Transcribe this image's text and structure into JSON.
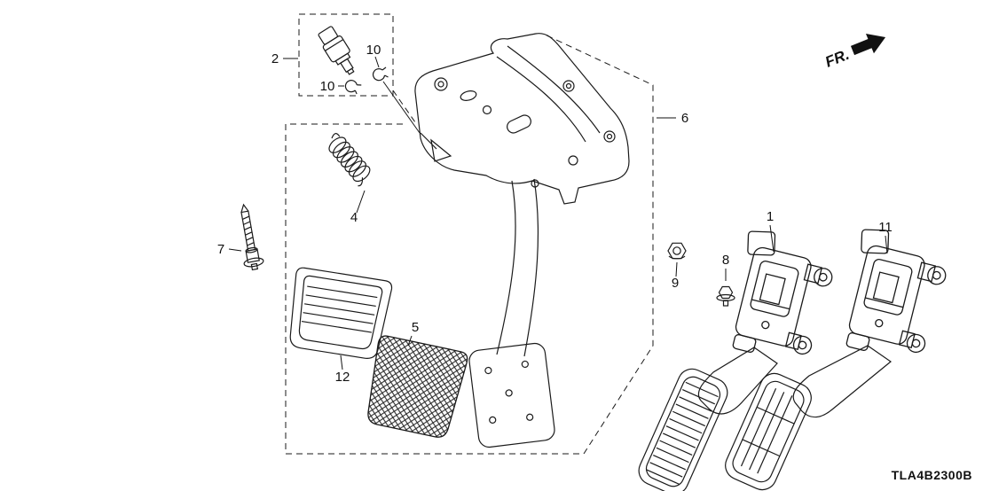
{
  "diagram": {
    "code": "TLA4B2300B",
    "direction_label": "FR.",
    "ink_color": "#1a1a1a",
    "background_color": "#ffffff"
  },
  "callouts": {
    "c1": {
      "label": "1"
    },
    "c2": {
      "label": "2"
    },
    "c4": {
      "label": "4"
    },
    "c5": {
      "label": "5"
    },
    "c6": {
      "label": "6"
    },
    "c7": {
      "label": "7"
    },
    "c8": {
      "label": "8"
    },
    "c9": {
      "label": "9"
    },
    "c10a": {
      "label": "10"
    },
    "c10b": {
      "label": "10"
    },
    "c11": {
      "label": "11"
    },
    "c12": {
      "label": "12"
    }
  }
}
